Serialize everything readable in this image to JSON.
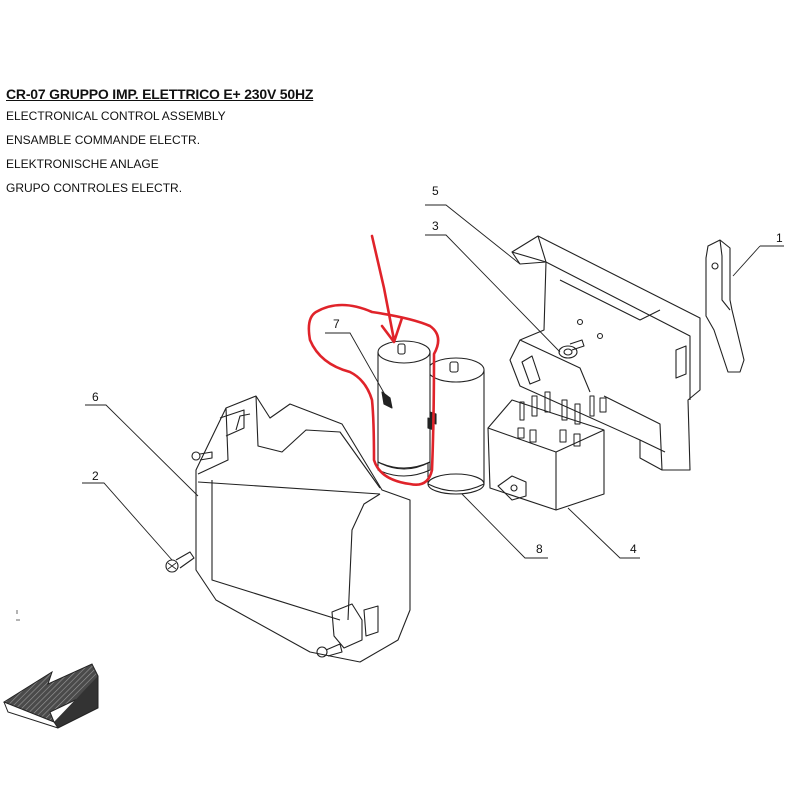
{
  "header": {
    "title": "CR-07 GRUPPO IMP. ELETTRICO E+ 230V 50HZ",
    "subtitles": [
      "ELECTRONICAL CONTROL ASSEMBLY",
      "ENSAMBLE COMMANDE ELECTR.",
      "ELEKTRONISCHE ANLAGE",
      "GRUPO CONTROLES ELECTR."
    ]
  },
  "callouts": [
    {
      "number": "1",
      "part": "lever"
    },
    {
      "number": "2",
      "part": "screw"
    },
    {
      "number": "3",
      "part": "bracket-pin"
    },
    {
      "number": "4",
      "part": "relay"
    },
    {
      "number": "5",
      "part": "bracket"
    },
    {
      "number": "6",
      "part": "cover"
    },
    {
      "number": "7",
      "part": "capacitor-highlighted"
    },
    {
      "number": "8",
      "part": "capacitor"
    }
  ],
  "highlight_color": "#e0232a"
}
